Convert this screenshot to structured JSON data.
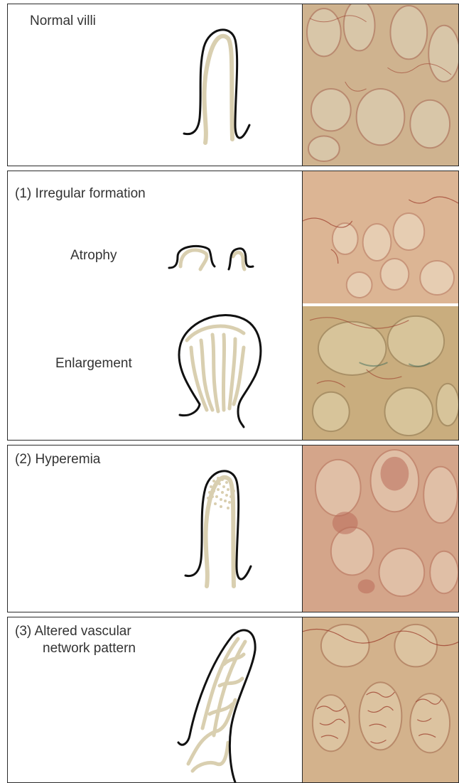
{
  "panels": [
    {
      "key": "normal",
      "title": "Normal villi"
    },
    {
      "key": "irregular",
      "title": "(1) Irregular formation",
      "sub_labels": [
        "Atrophy",
        "Enlargement"
      ]
    },
    {
      "key": "hyperemia",
      "title": "(2) Hyperemia"
    },
    {
      "key": "vascular",
      "title_line1": "(3) Altered vascular",
      "title_line2": "network pattern"
    }
  ],
  "colors": {
    "outline": "#111111",
    "vessel_sketch": "#d9cfb0",
    "photo_base": "#d9b48a",
    "vessel_photo": "#9b3b2a"
  }
}
